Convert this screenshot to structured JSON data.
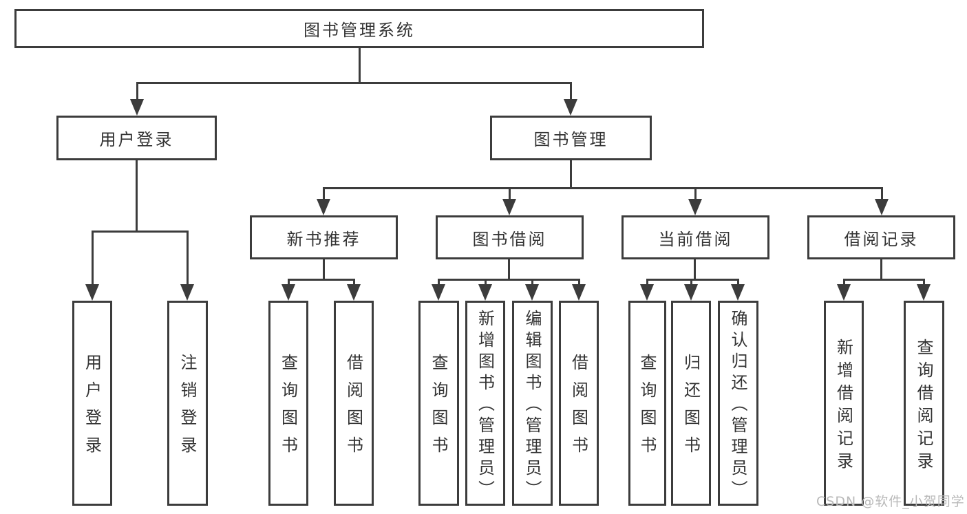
{
  "diagram": {
    "root": "图书管理系统",
    "level2": {
      "user_login": "用户登录",
      "book_mgmt": "图书管理"
    },
    "level3": {
      "new_book_recommend": "新书推荐",
      "book_borrow": "图书借阅",
      "current_borrow": "当前借阅",
      "borrow_records": "借阅记录"
    },
    "leaves": [
      "用户登录",
      "注销登录",
      "查询图书",
      "借阅图书",
      "查询图书",
      "新增图书（管理员）",
      "编辑图书（管理员）",
      "借阅图书",
      "查询图书",
      "归还图书",
      "确认归还（管理员）",
      "新增借阅记录",
      "查询借阅记录"
    ]
  },
  "watermark": "CSDN @软件_小贺同学",
  "colors": {
    "line": "#3c3c3c",
    "text": "#333333",
    "wm": "#b9b9b9",
    "bg": "#ffffff"
  }
}
